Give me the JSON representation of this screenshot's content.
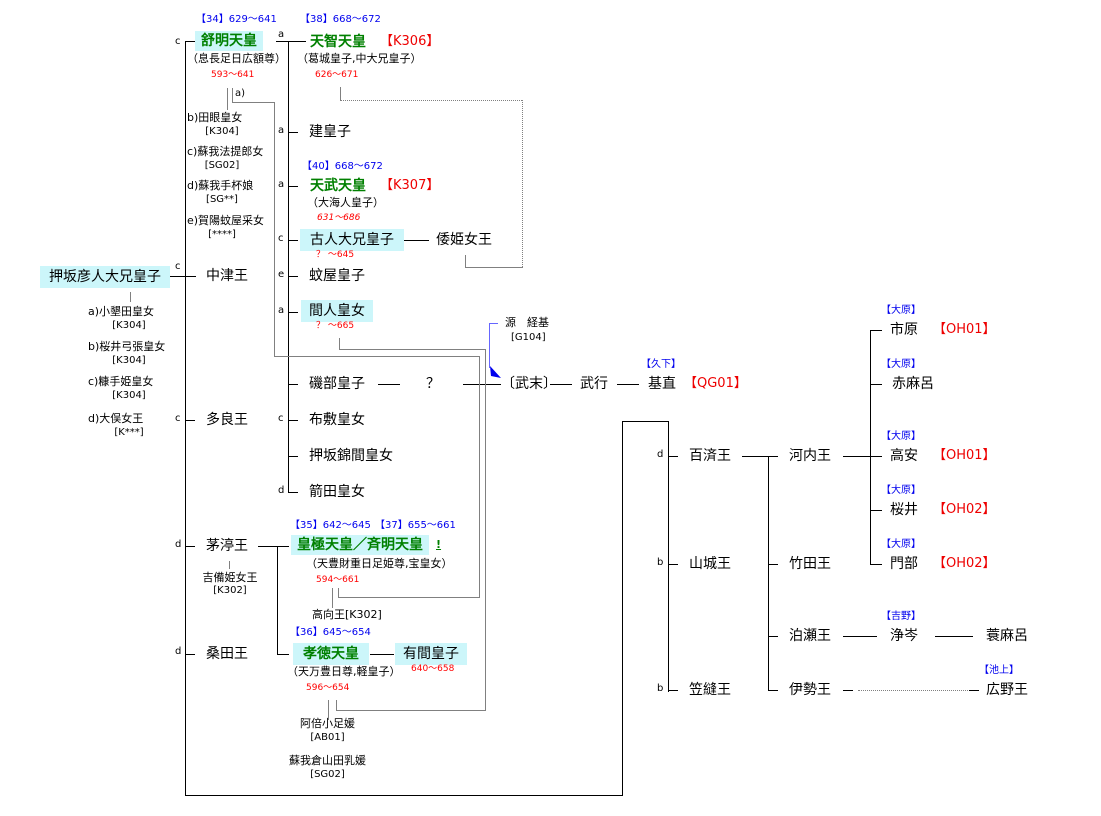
{
  "jomei": {
    "reign": "【34】629～641",
    "name": "舒明天皇",
    "alt": "（息長足日広額尊）",
    "dates": "593～641",
    "label": "c",
    "label_right": "a",
    "consorts_label": "a)",
    "consorts": [
      {
        "name": "b)田眼皇女",
        "code": "[K304]"
      },
      {
        "name": "c)蘇我法提郎女",
        "code": "[SG02]"
      },
      {
        "name": "d)蘇我手杯娘",
        "code": "[SG**]"
      },
      {
        "name": "e)賀陽蚊屋采女",
        "code": "[****]"
      }
    ]
  },
  "oshisaka": {
    "name": "押坂彦人大兄皇子",
    "label": "c",
    "consorts": [
      {
        "name": "a)小墾田皇女",
        "code": "[K304]"
      },
      {
        "name": "b)桜井弓張皇女",
        "code": "[K304]"
      },
      {
        "name": "c)糠手姫皇女",
        "code": "[K304]"
      },
      {
        "name": "d)大俣女王",
        "code": "[K***]"
      }
    ]
  },
  "tenji": {
    "reign": "【38】668～672",
    "name": "天智天皇",
    "code": "【K306】",
    "alt": "（葛城皇子,中大兄皇子）",
    "dates": "626～671"
  },
  "jomei_children": [
    {
      "label": "a",
      "name": "建皇子"
    },
    {
      "label": "e",
      "name": "蚊屋皇子"
    },
    {
      "label": "",
      "name": "磯部皇子"
    },
    {
      "label": "c",
      "name": "布敷皇女"
    },
    {
      "label": "",
      "name": "押坂錦間皇女"
    },
    {
      "label": "d",
      "name": "箭田皇女"
    }
  ],
  "tenmu": {
    "label": "a",
    "reign": "【40】668～672",
    "name": "天武天皇",
    "code": "【K307】",
    "alt": "（大海人皇子）",
    "dates": "631～686"
  },
  "furuhito": {
    "label": "c",
    "name": "古人大兄皇子",
    "dates": "？ ～645",
    "child": "倭姫女王"
  },
  "hashihito": {
    "label": "a",
    "name": "間人皇女",
    "dates": "？ ～665"
  },
  "oshisaka_children": [
    {
      "label": "c",
      "name": "中津王"
    },
    {
      "label": "c",
      "name": "多良王"
    },
    {
      "label": "d",
      "name": "茅渟王"
    },
    {
      "label": "d",
      "name": "桑田王"
    }
  ],
  "chinu_consort": {
    "name": "吉備姫女王",
    "code": "[K302]"
  },
  "kogyoku": {
    "reign1": "【35】642～645",
    "reign2": "【37】655～661",
    "name": "皇極天皇／斉明天皇",
    "mark": "!",
    "alt": "（天豊財重日足姫尊,宝皇女）",
    "dates": "594～661",
    "consort": "高向王[K302]"
  },
  "kotoku": {
    "reign": "【36】645～654",
    "name": "孝徳天皇",
    "alt": "（天万豊日尊,軽皇子）",
    "dates": "596～654",
    "child": "有間皇子",
    "child_dates": "640～658",
    "consorts": [
      {
        "name": "阿倍小足媛",
        "code": "[AB01]"
      },
      {
        "name": "蘇我倉山田乳媛",
        "code": "[SG02]"
      }
    ]
  },
  "isobe_line": {
    "unknown": "？",
    "takesue": "〔武末〕",
    "takeyuki": "武行",
    "motonao": "基直",
    "motonao_clan": "【久下】",
    "motonao_code": "【QG01】",
    "tsunemoto": "源　経基",
    "tsunemoto_code": "[G104]"
  },
  "tara_children": [
    {
      "label": "d",
      "name": "百済王"
    },
    {
      "label": "b",
      "name": "山城王"
    },
    {
      "label": "b",
      "name": "笠縫王"
    }
  ],
  "kudara_children": [
    "河内王",
    "竹田王",
    "泊瀬王",
    "伊勢王"
  ],
  "kawachi_children": [
    {
      "clan": "【大原】",
      "name": "市原",
      "code": "【OH01】"
    },
    {
      "clan": "【大原】",
      "name": "赤麻呂",
      "code": ""
    },
    {
      "clan": "【大原】",
      "name": "高安",
      "code": "【OH01】"
    },
    {
      "clan": "【大原】",
      "name": "桜井",
      "code": "【OH02】"
    },
    {
      "clan": "【大原】",
      "name": "門部",
      "code": "【OH02】"
    }
  ],
  "hatsuse_line": {
    "clan": "【吉野】",
    "child": "浄岑",
    "grandchild": "蓑麻呂"
  },
  "ise_line": {
    "clan": "【池上】",
    "child": "広野王"
  },
  "colors": {
    "emperor_green": "#008000",
    "reign_blue": "#0000ee",
    "code_red": "#ff0000",
    "highlight": "#ccf6fa",
    "line_gray": "#808080"
  }
}
